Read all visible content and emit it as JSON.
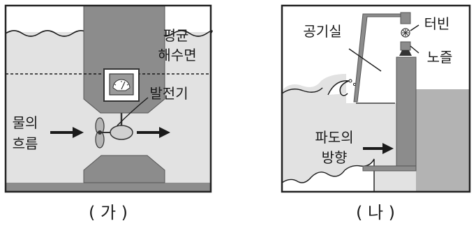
{
  "panel_ga": {
    "caption": "( 가 )",
    "label_mean_sea_level_line1": "평균",
    "label_mean_sea_level_line2": "해수면",
    "label_generator": "발전기",
    "label_water_flow_line1": "물의",
    "label_water_flow_line2": "흐름"
  },
  "panel_na": {
    "caption": "( 나 )",
    "label_air_chamber": "공기실",
    "label_turbine": "터빈",
    "label_nozzle": "노즐",
    "label_wave_direction_line1": "파도의",
    "label_wave_direction_line2": "방향"
  }
}
